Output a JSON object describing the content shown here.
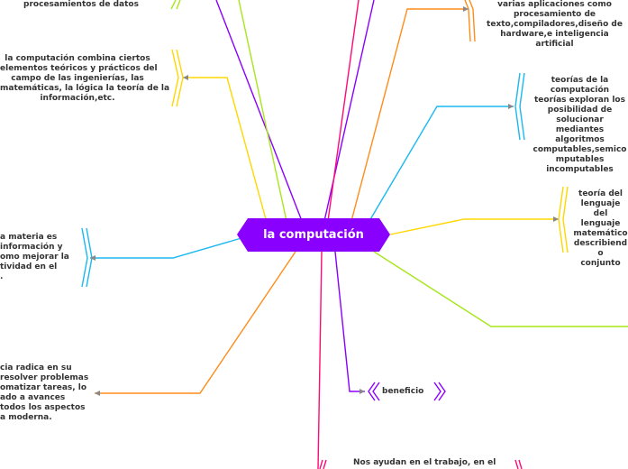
{
  "center": {
    "label": "la computación",
    "color": "#8a00ff"
  },
  "topics": [
    {
      "id": "top-left-cut",
      "text": [
        "procesamientos de datos"
      ],
      "color": "#a8e61d"
    },
    {
      "id": "combina",
      "text": [
        "la computación combina ciertos",
        "elementos teóricos y prácticos del",
        "campo de las ingenierías,  las",
        "matemáticas, la lógica la teoría de la",
        "información,etc."
      ],
      "color": "#ffd700"
    },
    {
      "id": "aplicaciones",
      "text": [
        "varias aplicaciones como",
        "procesamiento de",
        "texto,compiladores,diseño de",
        "hardware,e inteligencia artificial"
      ],
      "color": "#ff8c1a"
    },
    {
      "id": "teorias",
      "text": [
        "teorías de la computación",
        "teorías exploran los",
        "posibilidad de solucionar",
        "mediantes algoritmos",
        "computables,semicomputables",
        "incomputables"
      ],
      "color": "#1ab8f0"
    },
    {
      "id": "lenguaje",
      "text": [
        "teoría del lenguaje",
        "del lenguaje",
        "matemático",
        "describiendo",
        "conjunto"
      ],
      "color": "#ffd700"
    },
    {
      "id": "materia",
      "text": [
        "a materia es",
        "información y",
        "omo mejorar la",
        "tividad en el",
        "."
      ],
      "color": "#1ab8f0"
    },
    {
      "id": "importancia",
      "text": [
        "cia radica en su",
        "resolver problemas",
        "omatizar tareas, lo",
        "ado a avances",
        "todos los aspectos",
        "a moderna."
      ],
      "color": "#ff8c1a"
    },
    {
      "id": "beneficio",
      "text": [
        "beneficio"
      ],
      "color": "#8a00ff"
    },
    {
      "id": "trabajo",
      "text": [
        "Nos ayudan en el trabajo, en el"
      ],
      "color": "#ff0a78"
    }
  ]
}
